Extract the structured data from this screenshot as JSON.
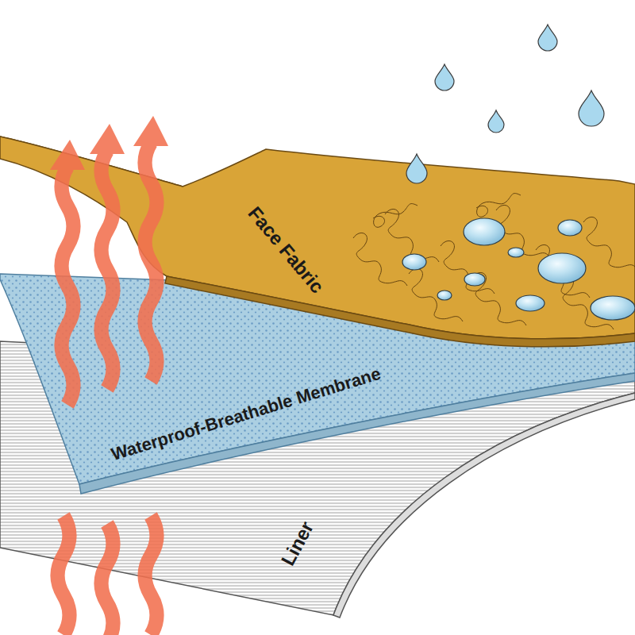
{
  "diagram": {
    "nodes": [
      {
        "text": [
          "Face Fabric"
        ]
      },
      {
        "text": [
          "Waterproof-Breathable Membrane"
        ]
      },
      {
        "text": [
          "Liner"
        ]
      }
    ]
  }
}
